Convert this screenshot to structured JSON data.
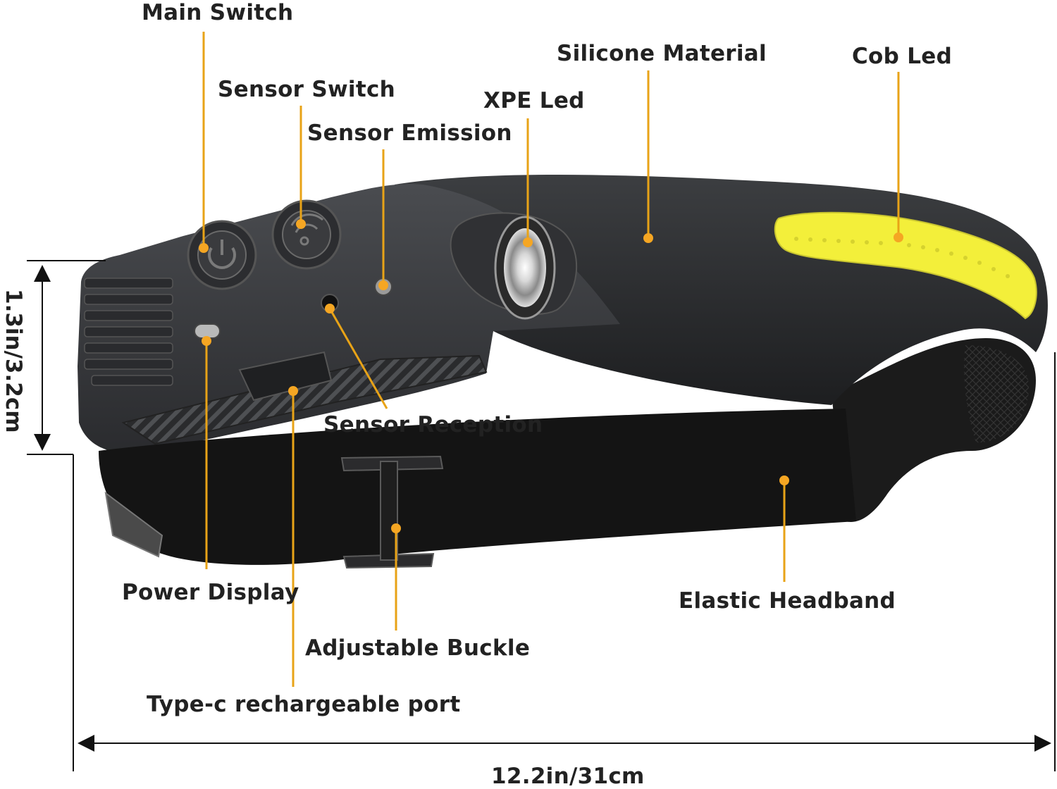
{
  "colors": {
    "leader": "#e8a317",
    "dot": "#f5a623",
    "cob": "#f3ef3a",
    "body": "#3a3c3f",
    "body_dark": "#262729",
    "strap": "#141414",
    "text": "#222222",
    "dimension": "#111111"
  },
  "labels": {
    "main_switch": "Main Switch",
    "sensor_switch": "Sensor Switch",
    "sensor_emission": "Sensor Emission",
    "xpe_led": "XPE Led",
    "silicone_material": "Silicone Material",
    "cob_led": "Cob Led",
    "sensor_reception": "Sensor Reception",
    "power_display": "Power Display",
    "adjustable_buckle": "Adjustable Buckle",
    "type_c_port": "Type-c rechargeable port",
    "elastic_headband": "Elastic Headband"
  },
  "dimensions": {
    "height": "1.3in/3.2cm",
    "width": "12.2in/31cm"
  }
}
